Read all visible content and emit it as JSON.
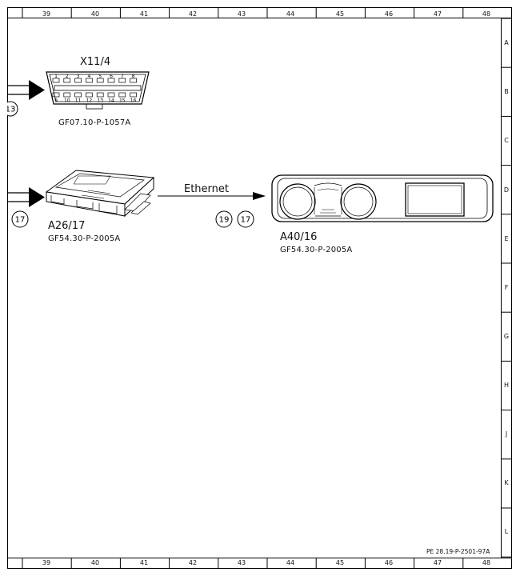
{
  "columns": [
    "39",
    "40",
    "41",
    "42",
    "43",
    "44",
    "45",
    "46",
    "47",
    "48"
  ],
  "rows": [
    "A",
    "B",
    "C",
    "D",
    "E",
    "F",
    "G",
    "H",
    "J",
    "K",
    "L"
  ],
  "components": {
    "x11": {
      "id": "X11/4",
      "ref": "GF07.10-P-1057A",
      "pins_top": [
        "1",
        "2",
        "3",
        "4",
        "5",
        "6",
        "7",
        "8"
      ],
      "pins_bottom": [
        "9",
        "10",
        "11",
        "12",
        "13",
        "14",
        "15",
        "16"
      ],
      "circle": "13"
    },
    "a26": {
      "id": "A26/17",
      "ref": "GF54.30-P-2005A",
      "circle": "17"
    },
    "a40": {
      "id": "A40/16",
      "ref": "GF54.30-P-2005A"
    }
  },
  "connection": {
    "label": "Ethernet",
    "circles": [
      "19",
      "17"
    ]
  },
  "doc_id": "PE 28.19-P-2501-97A"
}
